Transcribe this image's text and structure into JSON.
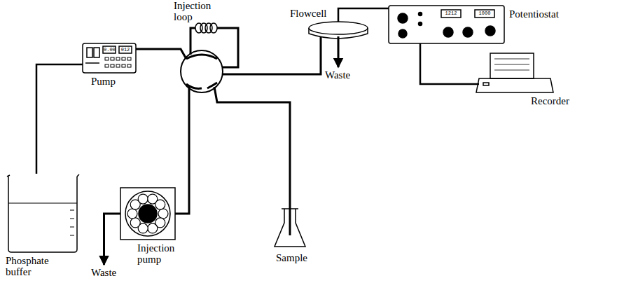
{
  "diagram": {
    "nodes": [
      {
        "text": [
          "Phosphate buffer"
        ]
      },
      {
        "text": [
          "Pump"
        ]
      },
      {
        "text": [
          "Injection loop"
        ]
      },
      {
        "text": [
          "Flowcell"
        ]
      },
      {
        "text": [
          "Potentiostat"
        ]
      },
      {
        "text": [
          "Recorder"
        ]
      },
      {
        "text": [
          "Waste"
        ]
      },
      {
        "text": [
          "Injection pump"
        ]
      },
      {
        "text": [
          "Sample"
        ]
      },
      {
        "text": [
          "Waste"
        ]
      }
    ],
    "edges": [
      {
        "from": 0,
        "to": 1,
        "arrow": "none"
      },
      {
        "from": 3,
        "to": 4,
        "arrow": "none"
      },
      {
        "from": 4,
        "to": 5,
        "arrow": "none"
      },
      {
        "from": 3,
        "to": 6,
        "arrow": "to"
      },
      {
        "from": 7,
        "to": 9,
        "arrow": "to"
      }
    ],
    "labels": [
      "0.00",
      "012",
      "1212",
      "1000"
    ]
  }
}
